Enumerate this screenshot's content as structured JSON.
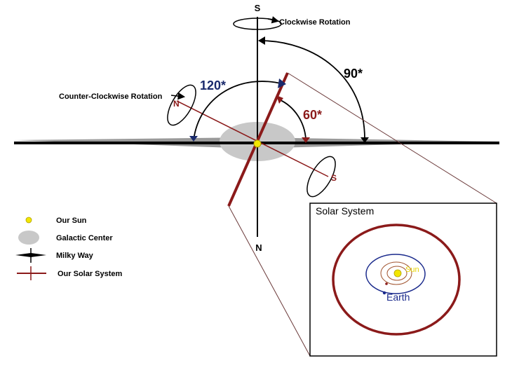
{
  "poles": {
    "galactic_top": "S",
    "galactic_bottom": "N",
    "solar_left": "N",
    "solar_right": "S"
  },
  "rotations": {
    "clockwise": "Clockwise Rotation",
    "counter_clockwise": "Counter-Clockwise Rotation"
  },
  "angles": {
    "a120": "120*",
    "a90": "90*",
    "a60": "60*"
  },
  "legend": {
    "sun": "Our Sun",
    "galactic_center": "Galactic Center",
    "milky_way": "Milky Way",
    "solar_system": "Our Solar System"
  },
  "inset": {
    "title": "Solar System",
    "sun_label": "Sun",
    "earth_label": "Earth"
  },
  "colors": {
    "black": "#000000",
    "solar_red": "#8b1a1a",
    "angle_blue": "#1a2a6c",
    "angle_red": "#8b1a1a",
    "sun_yellow": "#f2e600",
    "center_gray": "#c8c8c8",
    "earth_blue": "#1a2a8c"
  }
}
